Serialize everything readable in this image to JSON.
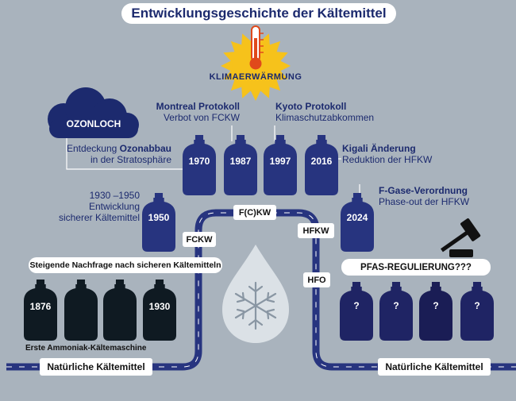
{
  "title": "Entwicklungsgeschichte der Kältemittel",
  "sun": {
    "label": "KLIMAERWÄRMUNG",
    "icon": "thermometer-icon"
  },
  "cloud": {
    "label": "OZONLOCH"
  },
  "events": {
    "ozon": {
      "pre": "Entdeckung ",
      "strong": "Ozonabbau",
      "line2": "in der Stratosphäre"
    },
    "montreal": {
      "title": "Montreal Protokoll",
      "text": "Verbot von FCKW"
    },
    "kyoto": {
      "title": "Kyoto Protokoll",
      "text": "Klimaschutzabkommen"
    },
    "kigali": {
      "title": "Kigali Änderung",
      "text": "Reduktion der HFKW"
    },
    "fgase": {
      "title": "F-Gase-Verordnung",
      "text": "Phase-out der HFKW"
    },
    "early": {
      "line1": "1930 –1950",
      "line2": "Entwicklung",
      "line3": "sicherer Kältemittel"
    }
  },
  "cylinders": {
    "top": [
      "1970",
      "1987",
      "1997",
      "2016"
    ],
    "y1950": "1950",
    "y2024": "2024",
    "old": [
      "1876",
      "",
      "",
      "1930"
    ],
    "future": [
      "?",
      "?",
      "?",
      "?"
    ]
  },
  "pipe": {
    "fckw": "FCKW",
    "fckw_top": "F(C)KW",
    "hfkw": "HFKW",
    "hfo": "HFO"
  },
  "banners": {
    "demand": "Steigende Nachfrage nach sicheren Kältemitteln",
    "pfas": "PFAS-REGULIERUNG???",
    "natural_left": "Natürliche Kältemittel",
    "natural_right": "Natürliche Kältemittel"
  },
  "ammonia": "Erste Ammoniak-Kältemaschine",
  "icons": [
    "sun-icon",
    "thermometer-icon",
    "cloud-icon",
    "gavel-icon",
    "drop-icon",
    "snowflake-icon"
  ],
  "colors": {
    "background": "#a9b3bd",
    "navy": "#1c2a6e",
    "cylinder_blue": "#27347f",
    "cylinder_dark": "#0f1a22",
    "cylinder_future": "#1f2464",
    "sun": "#f6c21b",
    "pipe": "#27347f"
  }
}
